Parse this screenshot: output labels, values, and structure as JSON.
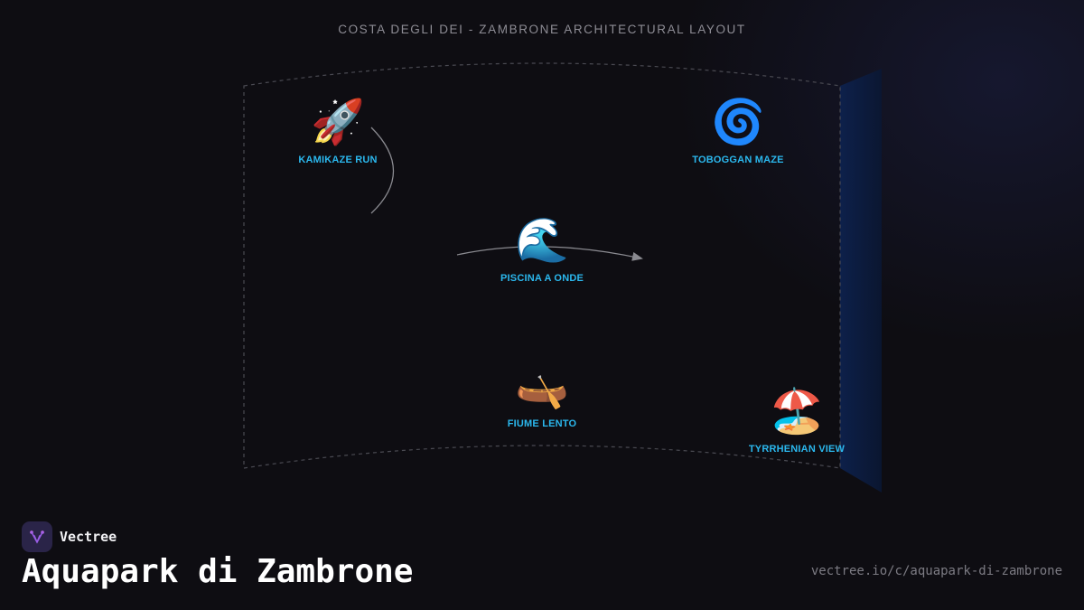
{
  "header": {
    "title": "COSTA DEGLI DEI - ZAMBRONE ARCHITECTURAL LAYOUT"
  },
  "diagram": {
    "nodes": [
      {
        "id": "kamikaze-run",
        "icon": "rocket-icon",
        "emoji": "🚀",
        "label": "KAMIKAZE RUN"
      },
      {
        "id": "toboggan-maze",
        "icon": "cyclone-icon",
        "emoji": "🌀",
        "label": "TOBOGGAN MAZE"
      },
      {
        "id": "piscina-a-onde",
        "icon": "wave-icon",
        "emoji": "🌊",
        "label": "PISCINA A ONDE"
      },
      {
        "id": "fiume-lento",
        "icon": "canoe-icon",
        "emoji": "🛶",
        "label": "FIUME LENTO"
      },
      {
        "id": "tyrrhenian-view",
        "icon": "beach-umbrella-icon",
        "emoji": "🏖️",
        "label": "TYRRHENIAN VIEW"
      }
    ],
    "colors": {
      "label": "#2bb8ee",
      "connector": "#8a8a90",
      "frame": "#4a4a52",
      "side_panel": "#0c1a38"
    }
  },
  "footer": {
    "brand_name": "Vectree",
    "brand_icon": "vectree-logo-icon",
    "title": "Aquapark di Zambrone",
    "url": "vectree.io/c/aquapark-di-zambrone"
  }
}
